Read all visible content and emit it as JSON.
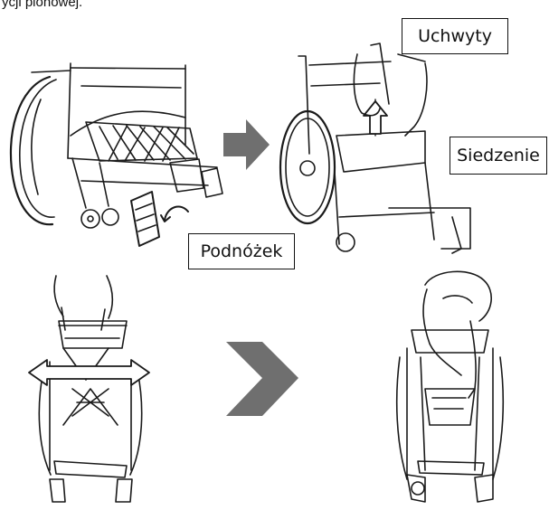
{
  "caption": {
    "text": "ycji pionowej."
  },
  "labels": {
    "handles": "Uchwyty",
    "seat": "Siedzenie",
    "footrest": "Podnóżek"
  },
  "colors": {
    "line": "#1a1a1a",
    "arrow_fill": "#6f6f6f",
    "background": "#ffffff"
  },
  "illustrations": [
    {
      "name": "wheelchair-open-side-view"
    },
    {
      "name": "wheelchair-lifting-seat"
    },
    {
      "name": "wheelchair-folding-front-view"
    },
    {
      "name": "wheelchair-folded-front-view"
    }
  ]
}
